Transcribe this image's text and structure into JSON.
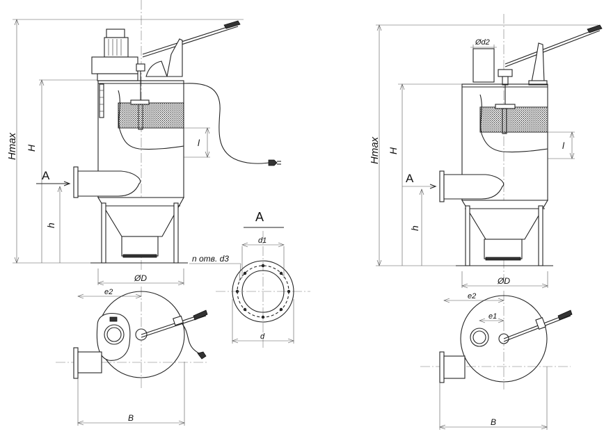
{
  "labels": {
    "hmax": "Hmax",
    "h_upper": "H",
    "h_lower": "h",
    "l": "l",
    "inlet_a": "A",
    "od": "ØD",
    "e2": "e2",
    "e1": "e1",
    "b": "B",
    "section_a": "A",
    "d1": "d1",
    "d": "d",
    "holes": "n отв. d3",
    "od2": "Ød2"
  }
}
